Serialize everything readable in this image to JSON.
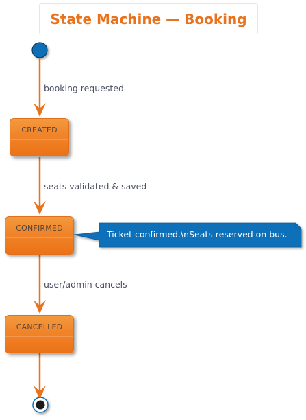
{
  "diagram": {
    "title": "State Machine — Booking",
    "states": [
      {
        "id": "created",
        "label": "CREATED"
      },
      {
        "id": "confirmed",
        "label": "CONFIRMED"
      },
      {
        "id": "cancelled",
        "label": "CANCELLED"
      }
    ],
    "transitions": [
      {
        "from": "start",
        "to": "created",
        "label": "booking requested"
      },
      {
        "from": "created",
        "to": "confirmed",
        "label": "seats validated & saved"
      },
      {
        "from": "confirmed",
        "to": "cancelled",
        "label": "user/admin cancels"
      },
      {
        "from": "cancelled",
        "to": "end",
        "label": ""
      }
    ],
    "note": {
      "attached_to": "confirmed",
      "text": "Ticket confirmed.\\nSeats reserved on bus."
    },
    "colors": {
      "accent": "#e8731f",
      "state_fill": "#f0842a",
      "note_fill": "#0c6fb8",
      "start_fill": "#1170b6",
      "edge_text": "#4b4f63"
    }
  }
}
